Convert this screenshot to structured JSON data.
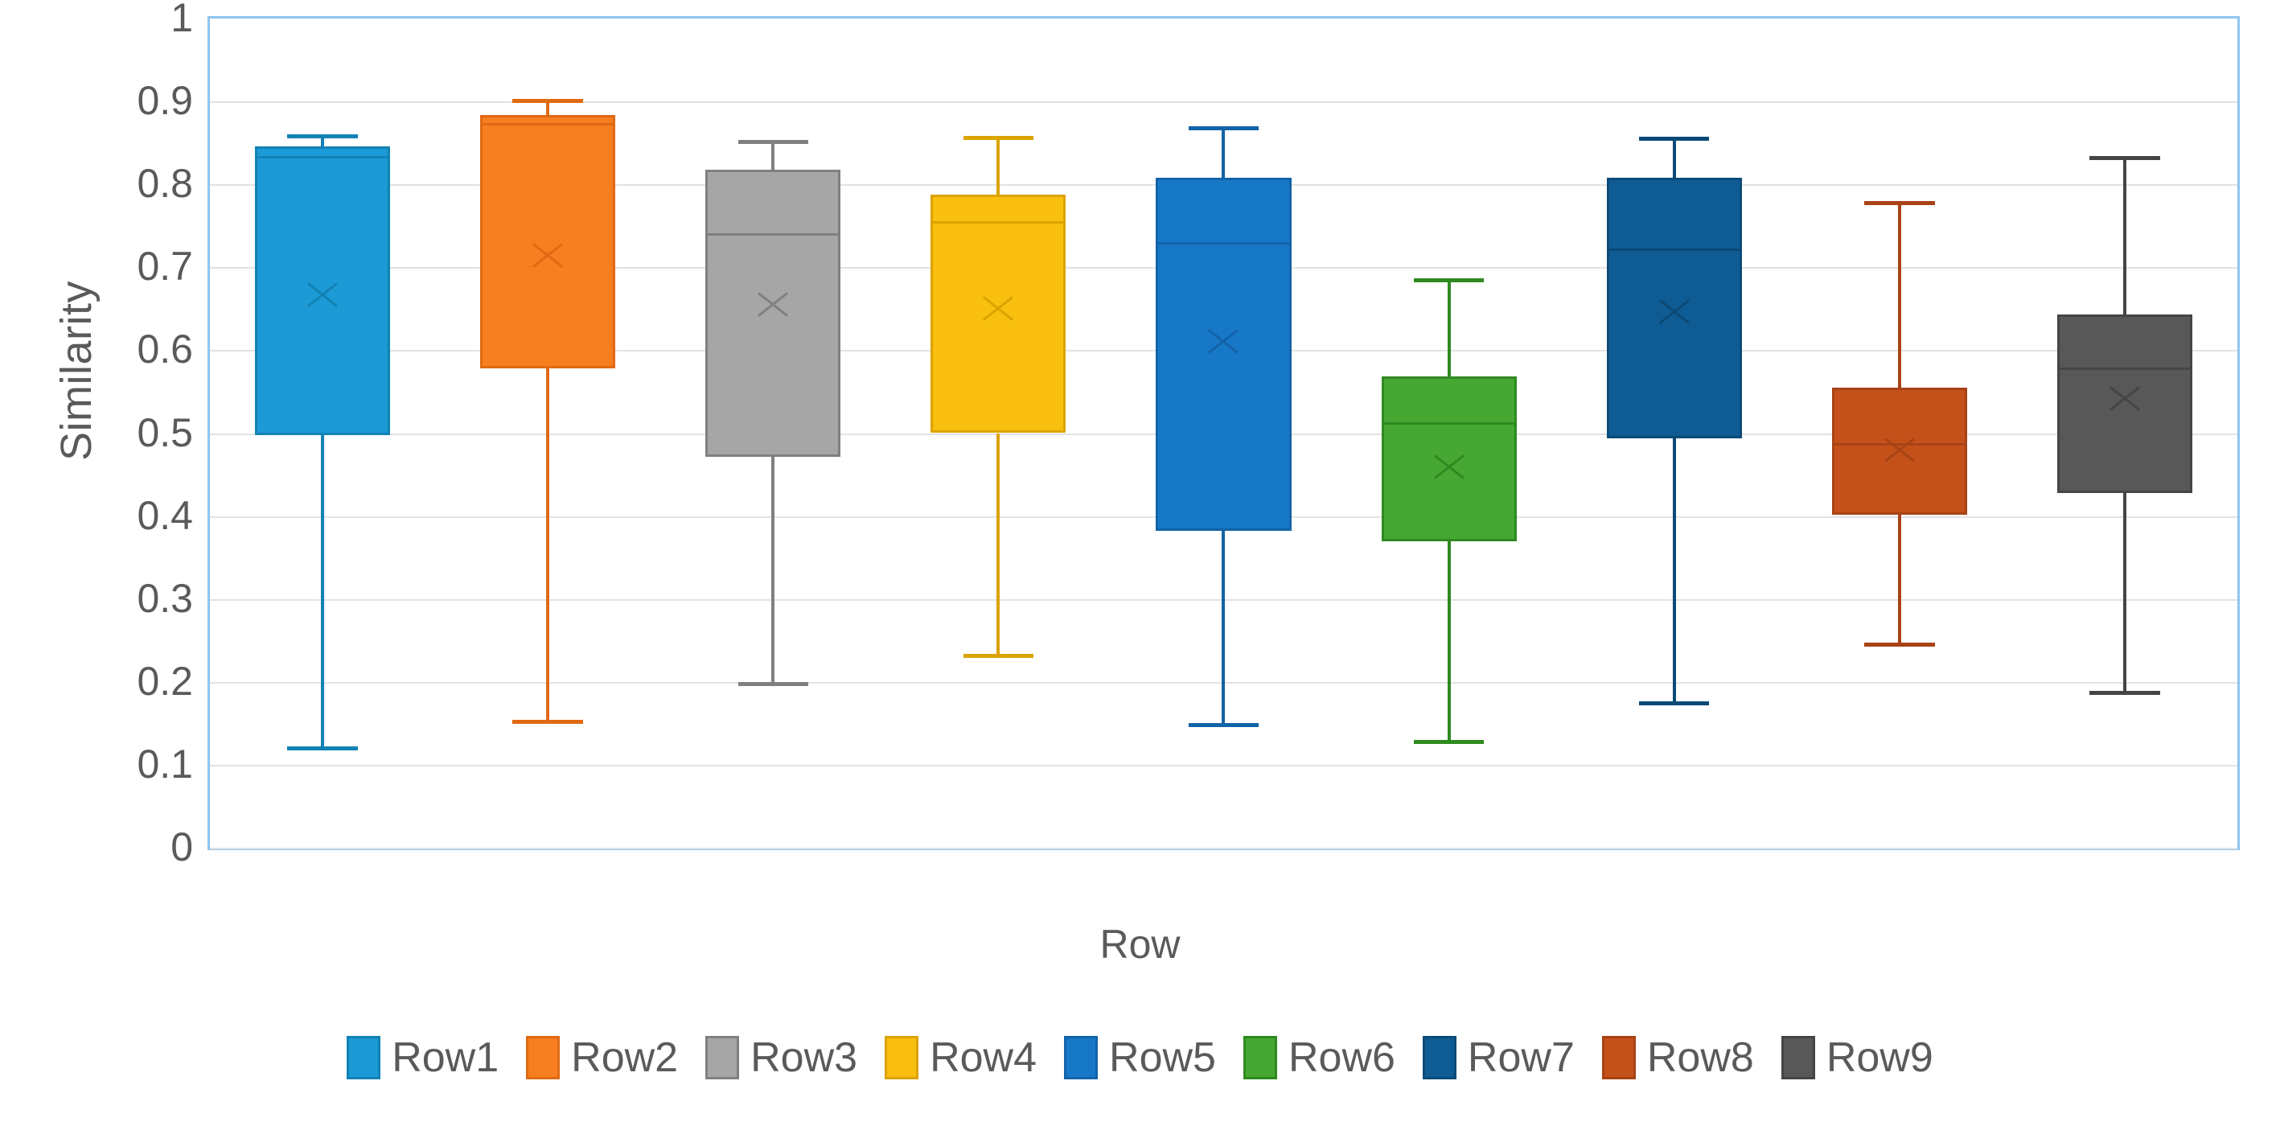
{
  "chart_data": {
    "type": "box",
    "title": "",
    "xlabel": "Row",
    "ylabel": "Similarity",
    "ylim": [
      0,
      1
    ],
    "ytick_labels": [
      "1",
      "0.9",
      "0.8",
      "0.7",
      "0.6",
      "0.5",
      "0.4",
      "0.3",
      "0.2",
      "0.1",
      "0"
    ],
    "ytick_values": [
      1,
      0.9,
      0.8,
      0.7,
      0.6,
      0.5,
      0.4,
      0.3,
      0.2,
      0.1,
      0
    ],
    "grid": true,
    "legend_position": "bottom",
    "categories": [
      "Row1",
      "Row2",
      "Row3",
      "Row4",
      "Row5",
      "Row6",
      "Row7",
      "Row8",
      "Row9"
    ],
    "boxes": [
      {
        "name": "Row1",
        "whisker_low": 0.12,
        "q1": 0.498,
        "median": 0.833,
        "q3": 0.846,
        "whisker_high": 0.858,
        "mean": 0.668,
        "fill": "#1c9ad6",
        "line": "#1282b4"
      },
      {
        "name": "Row2",
        "whisker_low": 0.152,
        "q1": 0.578,
        "median": 0.873,
        "q3": 0.884,
        "whisker_high": 0.901,
        "mean": 0.716,
        "fill": "#f77f20",
        "line": "#e06a13"
      },
      {
        "name": "Row3",
        "whisker_low": 0.198,
        "q1": 0.471,
        "median": 0.74,
        "q3": 0.818,
        "whisker_high": 0.852,
        "mean": 0.657,
        "fill": "#a6a6a6",
        "line": "#808080"
      },
      {
        "name": "Row4",
        "whisker_low": 0.232,
        "q1": 0.5,
        "median": 0.755,
        "q3": 0.788,
        "whisker_high": 0.856,
        "mean": 0.652,
        "fill": "#f9bf0e",
        "line": "#dba300"
      },
      {
        "name": "Row5",
        "whisker_low": 0.148,
        "q1": 0.382,
        "median": 0.729,
        "q3": 0.808,
        "whisker_high": 0.868,
        "mean": 0.612,
        "fill": "#1878c8",
        "line": "#1263a8"
      },
      {
        "name": "Row6",
        "whisker_low": 0.128,
        "q1": 0.37,
        "median": 0.512,
        "q3": 0.568,
        "whisker_high": 0.685,
        "mean": 0.461,
        "fill": "#46a832",
        "line": "#2f8a20"
      },
      {
        "name": "Row7",
        "whisker_low": 0.175,
        "q1": 0.494,
        "median": 0.722,
        "q3": 0.808,
        "whisker_high": 0.855,
        "mean": 0.648,
        "fill": "#0e5c93",
        "line": "#0b4a77"
      },
      {
        "name": "Row8",
        "whisker_low": 0.245,
        "q1": 0.402,
        "median": 0.487,
        "q3": 0.555,
        "whisker_high": 0.778,
        "mean": 0.481,
        "fill": "#c5511a",
        "line": "#a84315"
      },
      {
        "name": "Row9",
        "whisker_low": 0.187,
        "q1": 0.428,
        "median": 0.578,
        "q3": 0.643,
        "whisker_high": 0.832,
        "mean": 0.543,
        "fill": "#585858",
        "line": "#454545"
      }
    ]
  },
  "legend": {
    "items": [
      {
        "label": "Row1",
        "fill": "#1c9ad6",
        "line": "#1282b4"
      },
      {
        "label": "Row2",
        "fill": "#f77f20",
        "line": "#e06a13"
      },
      {
        "label": "Row3",
        "fill": "#a6a6a6",
        "line": "#808080"
      },
      {
        "label": "Row4",
        "fill": "#f9bf0e",
        "line": "#dba300"
      },
      {
        "label": "Row5",
        "fill": "#1878c8",
        "line": "#1263a8"
      },
      {
        "label": "Row6",
        "fill": "#46a832",
        "line": "#2f8a20"
      },
      {
        "label": "Row7",
        "fill": "#0e5c93",
        "line": "#0b4a77"
      },
      {
        "label": "Row8",
        "fill": "#c5511a",
        "line": "#a84315"
      },
      {
        "label": "Row9",
        "fill": "#585858",
        "line": "#454545"
      }
    ]
  },
  "colors": {
    "plot_border": "#8ec5f0",
    "gridline": "#e2e2e2",
    "text": "#5a5a5a",
    "background": "#ffffff"
  }
}
